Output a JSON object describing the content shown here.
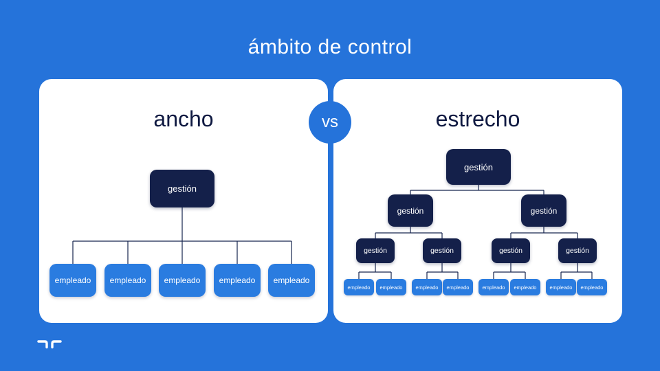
{
  "title": "ámbito de control",
  "vs_label": "vs",
  "colors": {
    "background": "#2573DA",
    "panel_bg": "#FFFFFF",
    "navy_box": "#14204A",
    "blue_box": "#2A7CE0",
    "connector": "#16244E",
    "title_text": "#FFFFFF",
    "heading_text": "#0F1941"
  },
  "panels": {
    "left": {
      "title": "ancho",
      "manager": "gestión",
      "employees": [
        "empleado",
        "empleado",
        "empleado",
        "empleado",
        "empleado"
      ]
    },
    "right": {
      "title": "estrecho",
      "root": "gestión",
      "level2": [
        "gestión",
        "gestión"
      ],
      "level3": [
        "gestión",
        "gestión",
        "gestión",
        "gestión"
      ],
      "employees": [
        "empleado",
        "empleado",
        "empleado",
        "empleado",
        "empleado",
        "empleado",
        "empleado",
        "empleado"
      ]
    }
  },
  "logo": {
    "icon": "randstad-mark"
  }
}
